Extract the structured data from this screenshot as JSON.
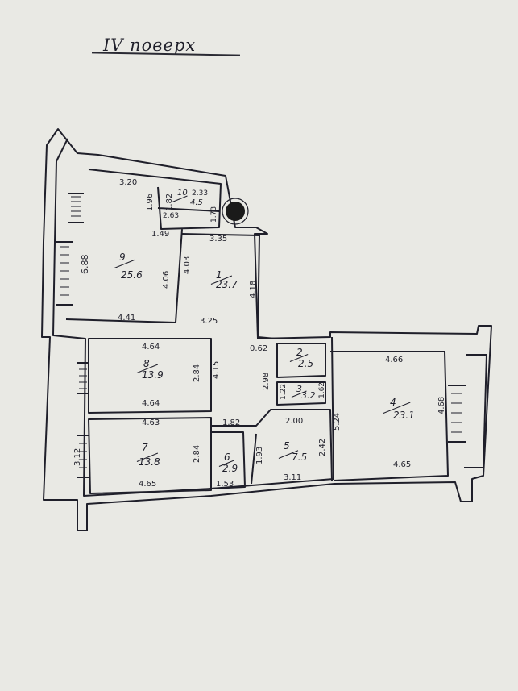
{
  "title": "IV поверх",
  "rooms": [
    {
      "id": "9",
      "num": "9",
      "area": "25.6"
    },
    {
      "id": "10",
      "num": "10",
      "area": "4.5"
    },
    {
      "id": "1",
      "num": "1",
      "area": "23.7"
    },
    {
      "id": "2",
      "num": "2",
      "area": "2.5"
    },
    {
      "id": "3",
      "num": "3",
      "area": "3.2"
    },
    {
      "id": "4",
      "num": "4",
      "area": "23.1"
    },
    {
      "id": "5",
      "num": "5",
      "area": "7.5"
    },
    {
      "id": "6",
      "num": "6",
      "area": "2.9"
    },
    {
      "id": "7",
      "num": "7",
      "area": "13.8"
    },
    {
      "id": "8",
      "num": "8",
      "area": "13.9"
    }
  ],
  "dimensions": {
    "d_3_20": "3.20",
    "d_1_96": "1.96",
    "d_1_82": "1.82",
    "d_2_33": "2.33",
    "d_2_63": "2.63",
    "d_1_73": "1.73",
    "d_1_49": "1.49",
    "d_3_35": "3.35",
    "d_6_88": "6.88",
    "d_4_06": "4.06",
    "d_4_03": "4.03",
    "d_4_18": "4.18",
    "d_4_41": "4.41",
    "d_3_25": "3.25",
    "d_0_62": "0.62",
    "d_4_64_top": "4.64",
    "d_2_84_a": "2.84",
    "d_4_15": "4.15",
    "d_4_64_bot": "4.64",
    "d_4_66": "4.66",
    "d_4_68": "4.68",
    "d_5_24": "5.24",
    "d_1_62": "1.62",
    "d_2_98": "2.98",
    "d_1_22": "1.22",
    "d_4_65_r": "4.65",
    "d_4_63": "4.63",
    "d_3_12": "3.12",
    "d_2_84_b": "2.84",
    "d_4_65_l": "4.65",
    "d_1_82_b": "1.82",
    "d_1_53": "1.53",
    "d_2_00": "2.00",
    "d_1_93": "1.93",
    "d_2_42": "2.42",
    "d_3_11": "3.11"
  },
  "colors": {
    "paper": "#e9e9e4",
    "ink": "#1f1f2a",
    "column": "#1a1a1a"
  }
}
